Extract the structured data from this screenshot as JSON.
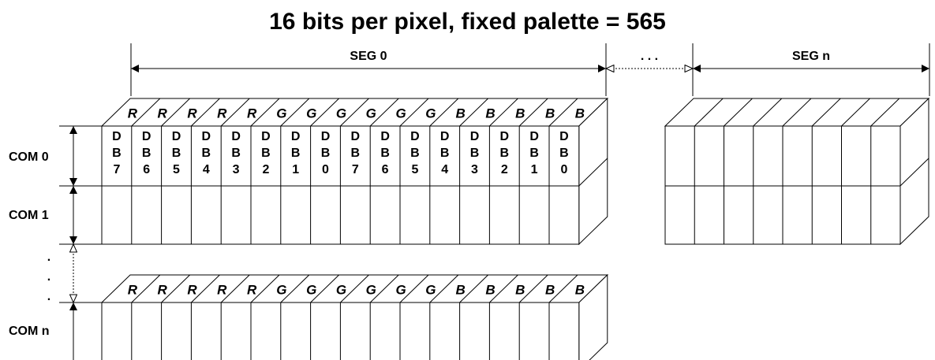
{
  "title": "16 bits per pixel, fixed palette = 565",
  "segments": {
    "first_label": "SEG 0",
    "gap_label": ". . .",
    "last_label": "SEG n"
  },
  "rows": {
    "first_label": "COM 0",
    "second_label": "COM 1",
    "last_label": "COM n",
    "gap_dots": [
      ".",
      ".",
      "."
    ]
  },
  "bit_channels": [
    "R",
    "R",
    "R",
    "R",
    "R",
    "G",
    "G",
    "G",
    "G",
    "G",
    "G",
    "B",
    "B",
    "B",
    "B",
    "B"
  ],
  "bit_cells": [
    [
      "D",
      "B",
      "7"
    ],
    [
      "D",
      "B",
      "6"
    ],
    [
      "D",
      "B",
      "5"
    ],
    [
      "D",
      "B",
      "4"
    ],
    [
      "D",
      "B",
      "3"
    ],
    [
      "D",
      "B",
      "2"
    ],
    [
      "D",
      "B",
      "1"
    ],
    [
      "D",
      "B",
      "0"
    ],
    [
      "D",
      "B",
      "7"
    ],
    [
      "D",
      "B",
      "6"
    ],
    [
      "D",
      "B",
      "5"
    ],
    [
      "D",
      "B",
      "4"
    ],
    [
      "D",
      "B",
      "3"
    ],
    [
      "D",
      "B",
      "2"
    ],
    [
      "D",
      "B",
      "1"
    ],
    [
      "D",
      "B",
      "0"
    ]
  ],
  "seg_n_cell_count": 8
}
